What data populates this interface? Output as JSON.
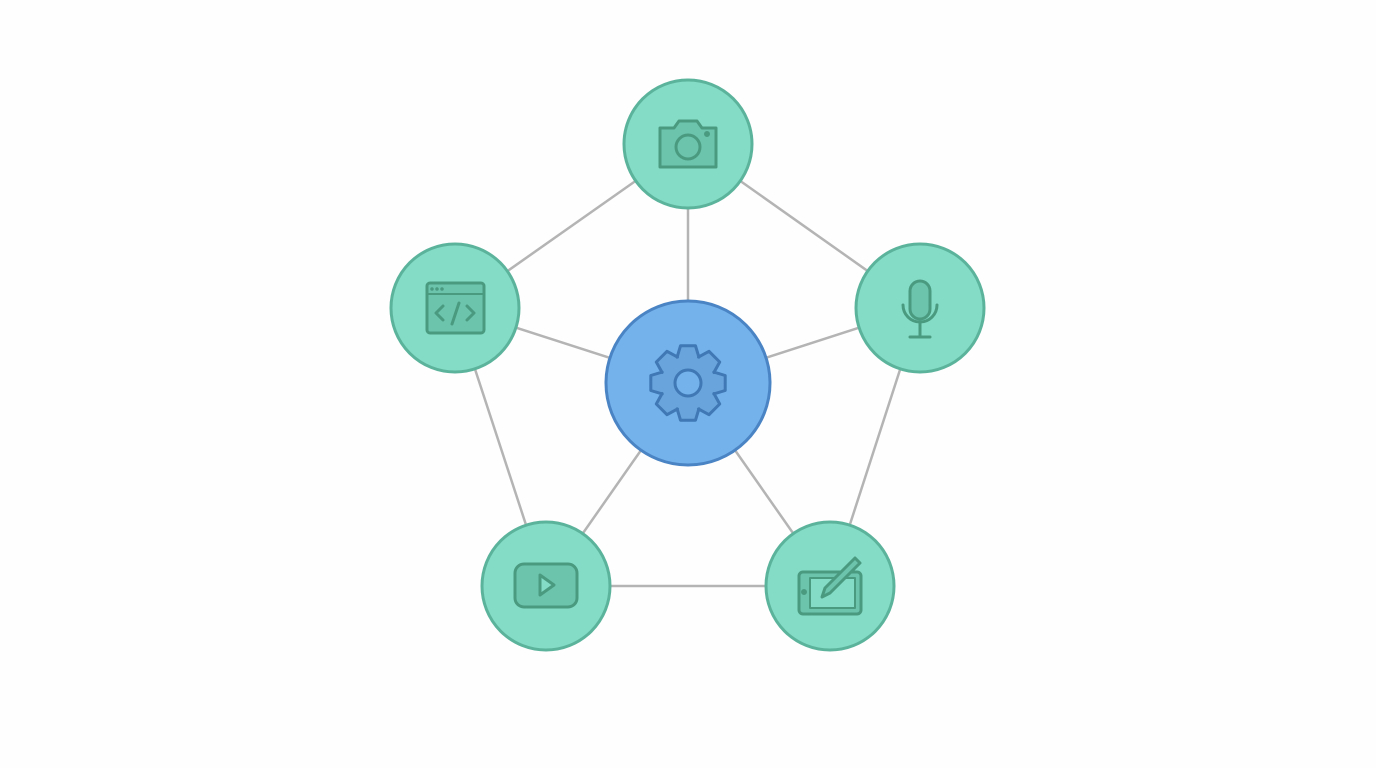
{
  "diagram": {
    "type": "hub-and-spoke network",
    "colors": {
      "hub_fill": "#74b2ec",
      "hub_stroke": "#4a84c4",
      "node_fill": "#84dcc6",
      "node_stroke": "#5bb39c",
      "icon": "#4a9a80",
      "edge": "#b4b4b4",
      "background": "#fefefe"
    },
    "hub": {
      "id": "hub",
      "icon": "gear-icon"
    },
    "nodes": [
      {
        "id": "camera",
        "icon": "camera-icon"
      },
      {
        "id": "microphone",
        "icon": "microphone-icon"
      },
      {
        "id": "tablet",
        "icon": "drawing-tablet-icon"
      },
      {
        "id": "video",
        "icon": "video-play-icon"
      },
      {
        "id": "code",
        "icon": "code-window-icon"
      }
    ],
    "edges": [
      [
        "hub",
        "camera"
      ],
      [
        "hub",
        "microphone"
      ],
      [
        "hub",
        "tablet"
      ],
      [
        "hub",
        "video"
      ],
      [
        "hub",
        "code"
      ],
      [
        "camera",
        "microphone"
      ],
      [
        "microphone",
        "tablet"
      ],
      [
        "tablet",
        "video"
      ],
      [
        "video",
        "code"
      ],
      [
        "code",
        "camera"
      ]
    ]
  }
}
